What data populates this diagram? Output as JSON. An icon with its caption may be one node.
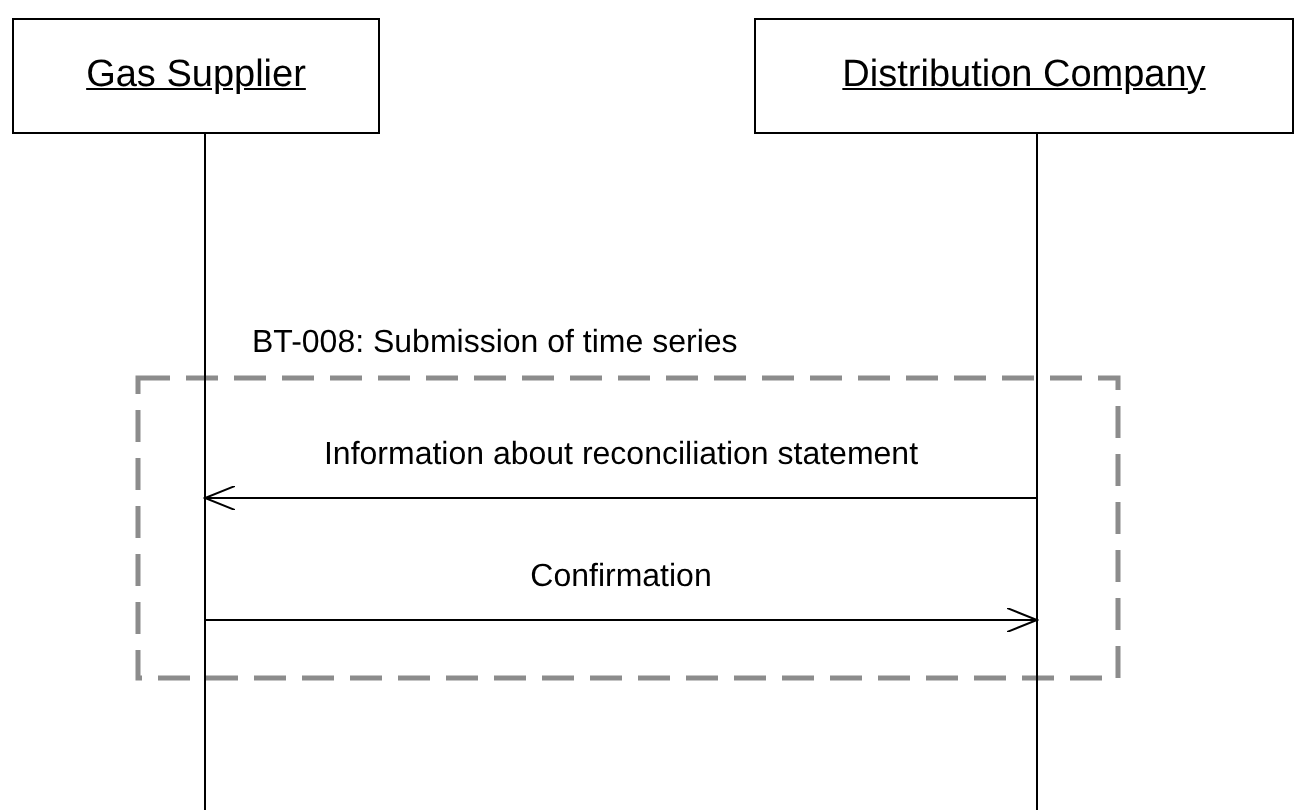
{
  "diagram": {
    "nodes": [
      {
        "text": [
          "Gas Supplier"
        ]
      },
      {
        "text": [
          "Distribution Company"
        ]
      }
    ],
    "edges": [
      {
        "from": 1,
        "to": 0,
        "arrow": "to",
        "label": "Information about reconciliation statement"
      },
      {
        "from": 0,
        "to": 1,
        "arrow": "to",
        "label": "Confirmation"
      }
    ],
    "labels": [
      "BT-008: Submission of time series"
    ]
  }
}
